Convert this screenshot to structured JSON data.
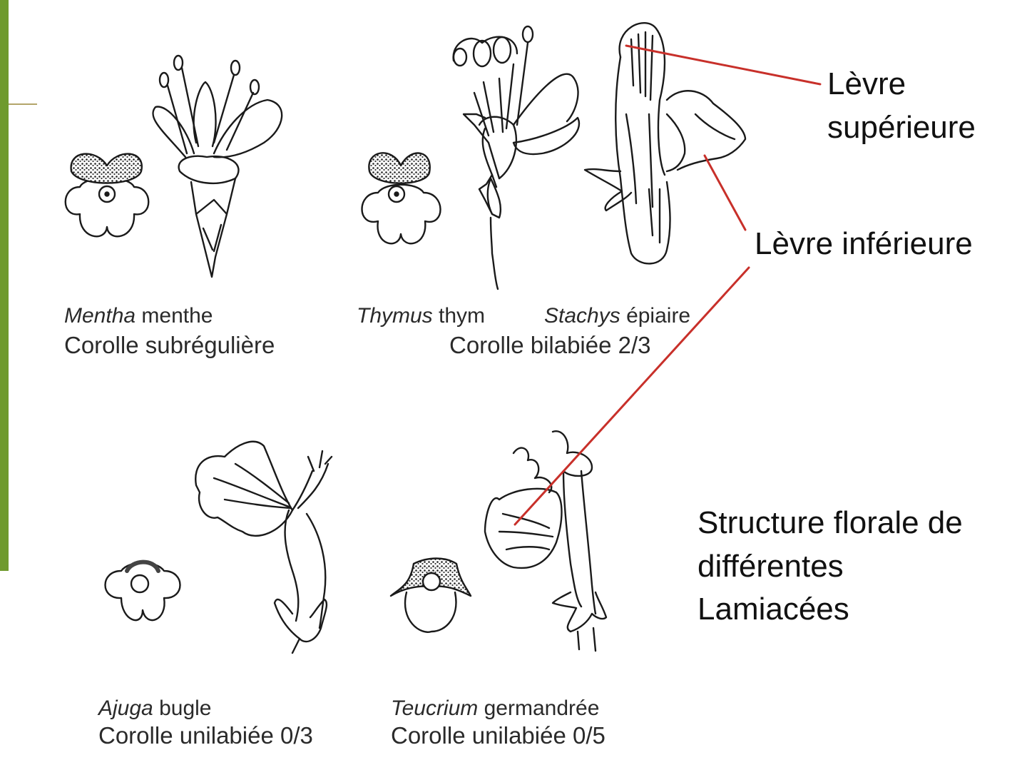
{
  "colors": {
    "green_bar": "#6f9a2e",
    "pointer_line": "#c8302a",
    "ink": "#1a1a1a"
  },
  "callouts": {
    "upper_lip_line1": "Lèvre",
    "upper_lip_line2": "supérieure",
    "lower_lip": "Lèvre inférieure"
  },
  "title": {
    "line1": "Structure florale de",
    "line2": "différentes",
    "line3": "Lamiacées"
  },
  "specimens": {
    "mentha": {
      "genus": "Mentha",
      "common": "menthe",
      "corolla": "Corolle subrégulière"
    },
    "thymus": {
      "genus": "Thymus",
      "common": "thym"
    },
    "stachys": {
      "genus": "Stachys",
      "common": "épiaire"
    },
    "thymus_stachys_corolla": "Corolle bilabiée 2/3",
    "ajuga": {
      "genus": "Ajuga",
      "common": "bugle",
      "corolla": "Corolle unilabiée 0/3"
    },
    "teucrium": {
      "genus": "Teucrium",
      "common": "germandrée",
      "corolla": "Corolle unilabiée 0/5"
    }
  }
}
